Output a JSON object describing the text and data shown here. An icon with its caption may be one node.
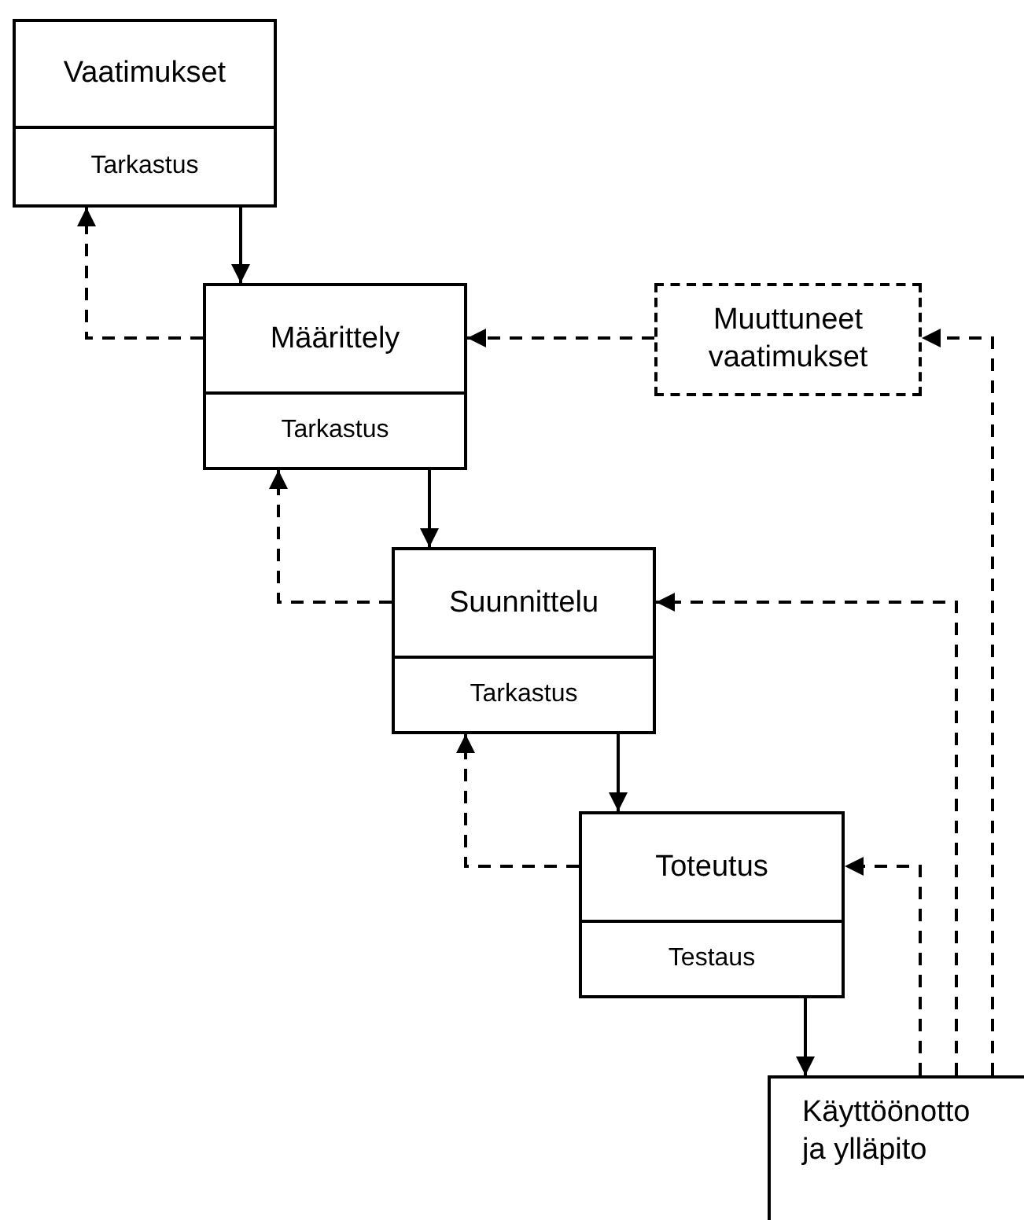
{
  "diagram": {
    "nodes": [
      {
        "text": [
          "Vaatimukset",
          "Tarkastus"
        ]
      },
      {
        "text": [
          "Määrittely",
          "Tarkastus"
        ]
      },
      {
        "text": [
          "Muuttuneet vaatimukset"
        ]
      },
      {
        "text": [
          "Suunnittelu",
          "Tarkastus"
        ]
      },
      {
        "text": [
          "Toteutus",
          "Testaus"
        ]
      },
      {
        "text": [
          "Käyttöönotto ja ylläpito"
        ]
      }
    ],
    "edges": [
      {
        "from": 0,
        "to": 1,
        "arrow": "to"
      },
      {
        "from": 1,
        "to": 0,
        "arrow": "to",
        "style": "dashed"
      },
      {
        "from": 2,
        "to": 1,
        "arrow": "to",
        "style": "dashed"
      },
      {
        "from": 5,
        "to": 2,
        "arrow": "to",
        "style": "dashed"
      },
      {
        "from": 1,
        "to": 3,
        "arrow": "to"
      },
      {
        "from": 3,
        "to": 1,
        "arrow": "to",
        "style": "dashed"
      },
      {
        "from": 5,
        "to": 3,
        "arrow": "to",
        "style": "dashed"
      },
      {
        "from": 3,
        "to": 4,
        "arrow": "to"
      },
      {
        "from": 4,
        "to": 3,
        "arrow": "to",
        "style": "dashed"
      },
      {
        "from": 5,
        "to": 4,
        "arrow": "to",
        "style": "dashed"
      },
      {
        "from": 4,
        "to": 5,
        "arrow": "to"
      }
    ]
  }
}
